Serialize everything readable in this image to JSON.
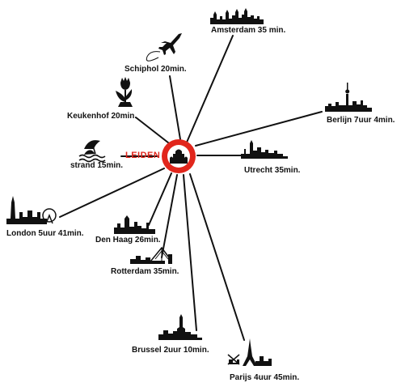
{
  "hub": {
    "name": "LEIDEN",
    "color": "#e1261c"
  },
  "destinations": [
    {
      "id": "amsterdam",
      "label": "Amsterdam 35 min.",
      "icon": "amsterdam-skyline-icon"
    },
    {
      "id": "schiphol",
      "label": "Schiphol 20min.",
      "icon": "airplane-icon"
    },
    {
      "id": "keukenhof",
      "label": "Keukenhof 20min.",
      "icon": "tulip-icon"
    },
    {
      "id": "strand",
      "label": "strand 15min.",
      "icon": "beach-umbrella-icon"
    },
    {
      "id": "berlijn",
      "label": "Berlijn 7uur 4min.",
      "icon": "berlin-skyline-icon"
    },
    {
      "id": "utrecht",
      "label": "Utrecht 35min.",
      "icon": "utrecht-skyline-icon"
    },
    {
      "id": "london",
      "label": "London 5uur 41min.",
      "icon": "london-skyline-icon"
    },
    {
      "id": "denhaag",
      "label": "Den Haag 26min.",
      "icon": "den-haag-skyline-icon"
    },
    {
      "id": "rotterdam",
      "label": "Rotterdam 35min.",
      "icon": "rotterdam-skyline-icon"
    },
    {
      "id": "brussel",
      "label": "Brussel 2uur 10min.",
      "icon": "brussels-skyline-icon"
    },
    {
      "id": "parijs",
      "label": "Parijs 4uur 45min.",
      "icon": "paris-skyline-icon"
    }
  ]
}
